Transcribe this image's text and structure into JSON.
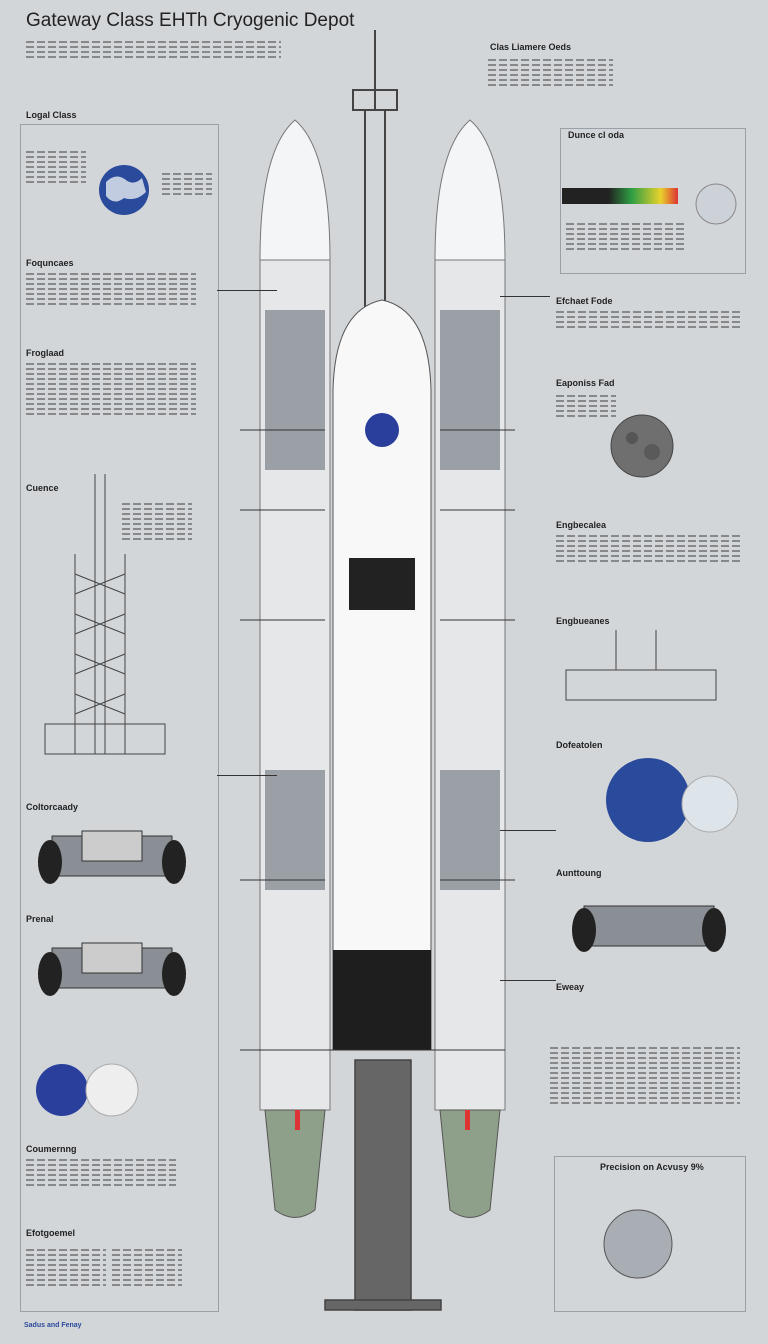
{
  "title": "Gateway Class EHTh Cryogenic Depot",
  "left": {
    "section1": "Logal Class",
    "section2": "Foquncaes",
    "section3": "Froglaad",
    "section4": "Cuence",
    "section5": "Coltorcaady",
    "section6": "Prenal",
    "section7": "Coumernng",
    "section8": "Efotgoemel"
  },
  "right": {
    "top_header": "Clas Liamere Oeds",
    "sec1": "Dunce cl oda",
    "sec2": "Efchaet Fode",
    "sec3": "Eaponiss Fad",
    "sec4": "Engbecalea",
    "sec5": "Engbueanes",
    "sec6": "Dofeatolen",
    "sec7": "Aunttoung",
    "sec8": "Eweay",
    "precision": "Precision on Acvusy 9%"
  },
  "footer": "Sadus and Fenay",
  "icons": [
    "earth-globe",
    "moon-globe",
    "planet-globe"
  ]
}
